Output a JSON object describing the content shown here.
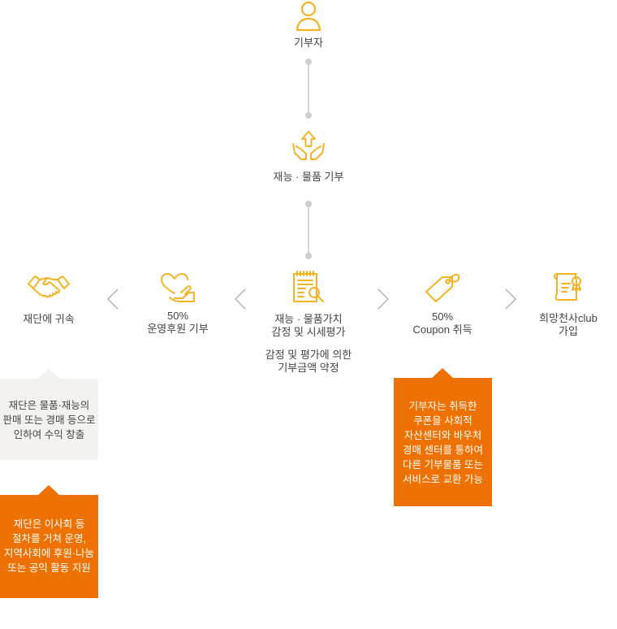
{
  "nodes": {
    "donor": "기부자",
    "donation": "재능 · 물품 기부",
    "foundation": "재단에 귀속",
    "support": [
      "50%",
      "운영후원 기부"
    ],
    "appraisal": [
      "재능 · 물품가치",
      "감정 및 시세평가"
    ],
    "appraisal_note": [
      "감정 및 평가에 의한",
      "기부금액 약정"
    ],
    "coupon": [
      "50%",
      "Coupon 취득"
    ],
    "club": [
      "희망천사club",
      "가입"
    ]
  },
  "boxes": {
    "sales": [
      "재단은 물품·재능의",
      "판매 또는 경매 등으로",
      "인하여 수익 창출"
    ],
    "operation": [
      "재단은 이사회 등",
      "절차를 거쳐 운영,",
      "지역사회에 후원·나눔",
      "또는 공익 활동 지원"
    ],
    "coupon_exchange": [
      "기부자는 취득한",
      "쿠폰을 사회적",
      "자산센터와 바우처",
      "경매 센터를 통하여",
      "다른 기부물품 또는",
      "서비스로 교환 가능"
    ]
  },
  "colors": {
    "icon": "#f5b324",
    "accent": "#ee7203",
    "beige": "#f4f2ee"
  },
  "icons": [
    "person-icon",
    "hands-up-arrow-icon",
    "handshake-icon",
    "hand-heart-icon",
    "document-search-icon",
    "price-tag-icon",
    "scroll-ribbon-icon",
    "chevron-left-icon",
    "chevron-right-icon"
  ]
}
